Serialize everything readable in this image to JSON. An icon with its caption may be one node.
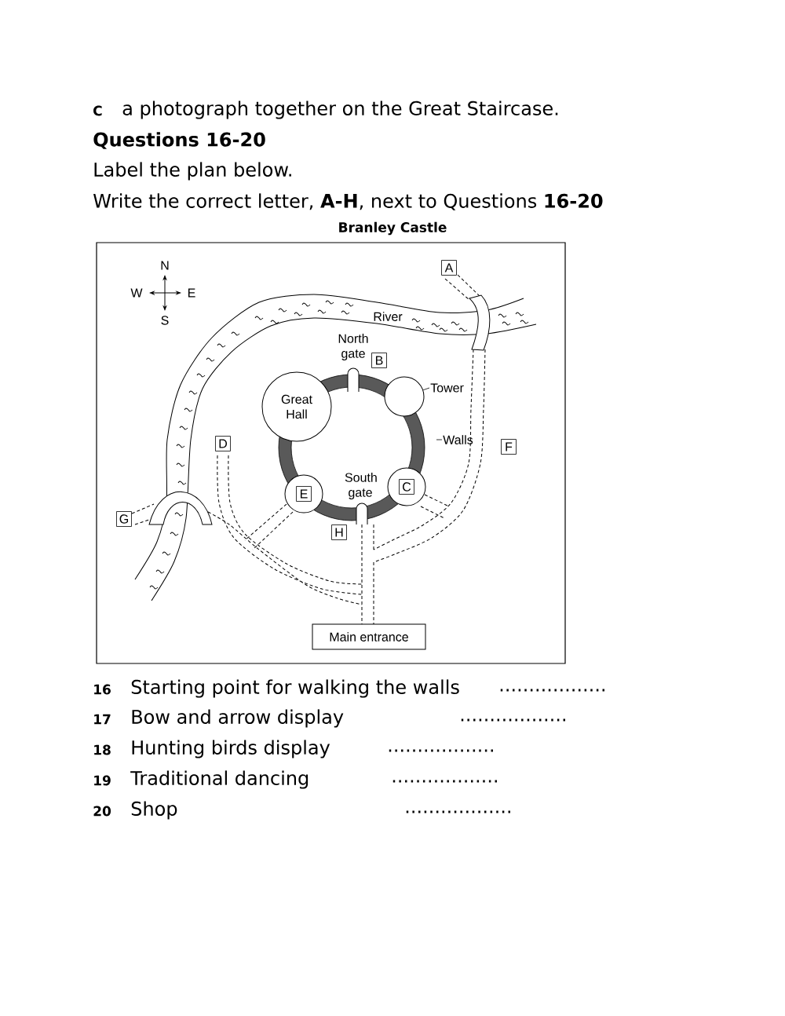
{
  "diagram": {
    "title": "Branley Castle",
    "nodes": [
      {
        "text": [
          "A"
        ]
      },
      {
        "text": [
          "B"
        ]
      },
      {
        "text": [
          "Great Hall"
        ]
      },
      {
        "text": [],
        "shape": "circle"
      },
      {
        "text": [
          "Tower"
        ]
      },
      {
        "text": [
          "Walls"
        ]
      },
      {
        "text": [
          "D"
        ]
      },
      {
        "text": [
          "F"
        ]
      },
      {
        "text": [],
        "shape": "circle"
      },
      {
        "text": [
          "E"
        ],
        "in": 8
      },
      {
        "text": [],
        "shape": "circle"
      },
      {
        "text": [
          "C"
        ],
        "in": 10
      },
      {
        "text": [
          "G"
        ]
      },
      {
        "text": [
          "H"
        ]
      },
      {
        "text": [
          "Main entrance"
        ]
      }
    ],
    "edges": [
      {
        "from": 4,
        "to": 3,
        "arrow": "none"
      },
      {
        "from": 5,
        "to": null,
        "arrow": "none"
      }
    ],
    "labels": [
      "C",
      "a photograph together on the Great Staircase.",
      "Questions 16-20",
      "Label the plan below.",
      "Write the correct letter, **A-H**, next to Questions **16-20**",
      "N",
      "W",
      "E",
      "S",
      "River",
      "North gate",
      "South gate",
      "16",
      "Starting point for walking the walls",
      "..................",
      "17",
      "Bow and arrow display",
      "..................",
      "18",
      "Hunting birds display",
      "..................",
      "19",
      "Traditional dancing",
      "..................",
      "20",
      "Shop",
      ".................."
    ]
  }
}
